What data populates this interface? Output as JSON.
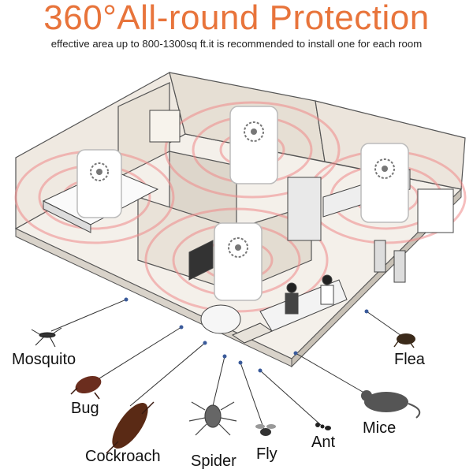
{
  "header": {
    "title": "360°All-round Protection",
    "subtitle": "effective area up to 800-1300sq ft.it is recommended to install one for each room"
  },
  "pests": [
    {
      "key": "mosquito",
      "label": "Mosquito",
      "icon": "mosquito-icon"
    },
    {
      "key": "flea",
      "label": "Flea",
      "icon": "flea-icon"
    },
    {
      "key": "bug",
      "label": "Bug",
      "icon": "bug-icon"
    },
    {
      "key": "mice",
      "label": "Mice",
      "icon": "mouse-icon"
    },
    {
      "key": "cockroach",
      "label": "Cockroach",
      "icon": "cockroach-icon"
    },
    {
      "key": "spider",
      "label": "Spider",
      "icon": "spider-icon"
    },
    {
      "key": "fly",
      "label": "Fly",
      "icon": "fly-icon"
    },
    {
      "key": "ant",
      "label": "Ant",
      "icon": "ant-icon"
    }
  ],
  "colors": {
    "title": "#e8743b",
    "waves": "#f08a8a",
    "device": "#ffffff",
    "device_accent": "#7a7a7a",
    "house_line": "#444444",
    "floor": "#f4f0ea"
  }
}
